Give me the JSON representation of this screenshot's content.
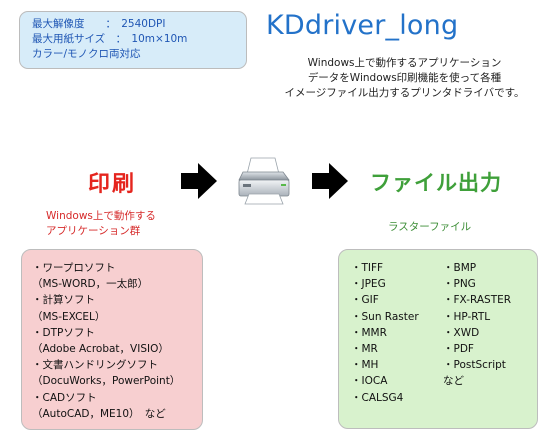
{
  "spec": {
    "lines": [
      "最大解像度　　：　2540DPI",
      "最大用紙サイズ　：　10m×10m",
      "カラー/モノクロ両対応"
    ]
  },
  "title": "KDdriver_long",
  "description": {
    "lines": [
      "Windows上で動作するアプリケーション",
      "データをWindows印刷機能を使って各種",
      "イメージファイル出力するプリンタドライバです。"
    ]
  },
  "print": {
    "label": "印刷",
    "sub_lines": [
      "Windows上で動作する",
      "アプリケーション群"
    ],
    "items": [
      "・ワープロソフト",
      "（MS-WORD，一太郎）",
      "・計算ソフト",
      "（MS-EXCEL）",
      "・DTPソフト",
      "（Adobe Acrobat，VISIO）",
      "・文書ハンドリングソフト",
      "（DocuWorks，PowerPoint）",
      "・CADソフト",
      "（AutoCAD，ME10）　など"
    ]
  },
  "file": {
    "label": "ファイル出力",
    "sub": "ラスターファイル",
    "col1": [
      "・TIFF",
      "・JPEG",
      "・GIF",
      "・Sun Raster",
      "・MMR",
      "・MR",
      "・MH",
      "・IOCA",
      "・CALSG4"
    ],
    "col2": [
      "・BMP",
      "・PNG",
      "・FX-RASTER",
      "・HP-RTL",
      "・XWD",
      "・PDF",
      "・PostScript",
      "など"
    ]
  },
  "icons": [
    "arrow-right-icon",
    "printer-icon",
    "arrow-right-icon"
  ],
  "colors": {
    "title": "#2372c9",
    "print_label": "#e5251e",
    "file_label": "#3fa03a",
    "spec_bg": "#d7ecf9",
    "print_bg": "#f7cfd0",
    "file_bg": "#d8f2cd"
  }
}
